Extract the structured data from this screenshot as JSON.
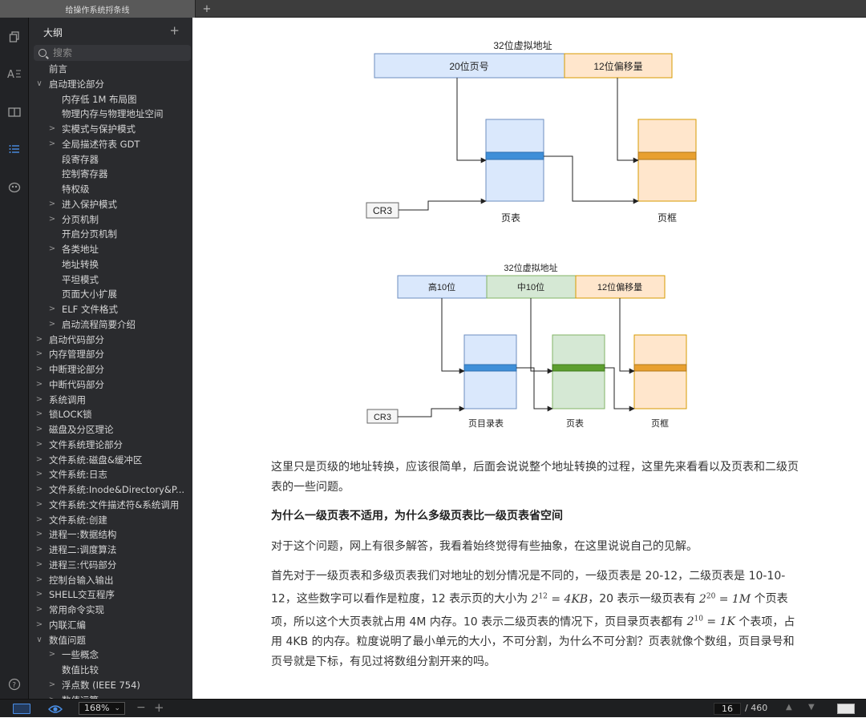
{
  "tab": {
    "title": "给操作系统捋条线",
    "add_label": "+"
  },
  "rail": {
    "icons": [
      "copy-icon",
      "font-icon",
      "book-icon",
      "outline-icon",
      "bird-icon",
      "help-icon"
    ]
  },
  "outline": {
    "title": "大纲",
    "add_label": "+",
    "search_placeholder": "搜索",
    "items": [
      {
        "label": "前言",
        "level": 0,
        "chev": ""
      },
      {
        "label": "启动理论部分",
        "level": 0,
        "chev": "∨"
      },
      {
        "label": "内存低 1M 布局图",
        "level": 1,
        "chev": ""
      },
      {
        "label": "物理内存与物理地址空间",
        "level": 1,
        "chev": ""
      },
      {
        "label": "实模式与保护模式",
        "level": 1,
        "chev": ">"
      },
      {
        "label": "全局描述符表 GDT",
        "level": 1,
        "chev": ">"
      },
      {
        "label": "段寄存器",
        "level": 1,
        "chev": ""
      },
      {
        "label": "控制寄存器",
        "level": 1,
        "chev": ""
      },
      {
        "label": "特权级",
        "level": 1,
        "chev": ""
      },
      {
        "label": "进入保护模式",
        "level": 1,
        "chev": ">"
      },
      {
        "label": "分页机制",
        "level": 1,
        "chev": ">"
      },
      {
        "label": "开启分页机制",
        "level": 1,
        "chev": ""
      },
      {
        "label": "各类地址",
        "level": 1,
        "chev": ">"
      },
      {
        "label": "地址转换",
        "level": 1,
        "chev": ""
      },
      {
        "label": "平坦模式",
        "level": 1,
        "chev": ""
      },
      {
        "label": "页面大小扩展",
        "level": 1,
        "chev": ""
      },
      {
        "label": "ELF 文件格式",
        "level": 1,
        "chev": ">"
      },
      {
        "label": "启动流程简要介绍",
        "level": 1,
        "chev": ">"
      },
      {
        "label": "启动代码部分",
        "level": 0,
        "chev": ">"
      },
      {
        "label": "内存管理部分",
        "level": 0,
        "chev": ">"
      },
      {
        "label": "中断理论部分",
        "level": 0,
        "chev": ">"
      },
      {
        "label": "中断代码部分",
        "level": 0,
        "chev": ">"
      },
      {
        "label": "系统调用",
        "level": 0,
        "chev": ">"
      },
      {
        "label": "锁LOCK锁",
        "level": 0,
        "chev": ">"
      },
      {
        "label": "磁盘及分区理论",
        "level": 0,
        "chev": ">"
      },
      {
        "label": "文件系统理论部分",
        "level": 0,
        "chev": ">"
      },
      {
        "label": "文件系统:磁盘&缓冲区",
        "level": 0,
        "chev": ">"
      },
      {
        "label": "文件系统:日志",
        "level": 0,
        "chev": ">"
      },
      {
        "label": "文件系统:Inode&Directory&P...",
        "level": 0,
        "chev": ">"
      },
      {
        "label": "文件系统:文件描述符&系统调用",
        "level": 0,
        "chev": ">"
      },
      {
        "label": "文件系统:创建",
        "level": 0,
        "chev": ">"
      },
      {
        "label": "进程一:数据结构",
        "level": 0,
        "chev": ">"
      },
      {
        "label": "进程二:调度算法",
        "level": 0,
        "chev": ">"
      },
      {
        "label": "进程三:代码部分",
        "level": 0,
        "chev": ">"
      },
      {
        "label": "控制台输入输出",
        "level": 0,
        "chev": ">"
      },
      {
        "label": "SHELL交互程序",
        "level": 0,
        "chev": ">"
      },
      {
        "label": "常用命令实现",
        "level": 0,
        "chev": ">"
      },
      {
        "label": "内联汇编",
        "level": 0,
        "chev": ">"
      },
      {
        "label": "数值问题",
        "level": 0,
        "chev": "∨"
      },
      {
        "label": "一些概念",
        "level": 1,
        "chev": ">"
      },
      {
        "label": "数值比较",
        "level": 1,
        "chev": ""
      },
      {
        "label": "浮点数 (IEEE 754)",
        "level": 1,
        "chev": ">"
      },
      {
        "label": "数值运算",
        "level": 1,
        "chev": ">"
      }
    ]
  },
  "status": {
    "zoom": "168%",
    "zoom_minus": "−",
    "zoom_plus": "+",
    "page_current": "16",
    "page_total": "/ 460"
  },
  "diagram1": {
    "title": "32位虚拟地址",
    "field_page": "20位页号",
    "field_offset": "12位偏移量",
    "cr3": "CR3",
    "label_table": "页表",
    "label_frame": "页框"
  },
  "diagram2": {
    "title": "32位虚拟地址",
    "field_high": "高10位",
    "field_mid": "中10位",
    "field_offset": "12位偏移量",
    "cr3": "CR3",
    "label_dir": "页目录表",
    "label_table": "页表",
    "label_frame": "页框"
  },
  "article": {
    "p1": "这里只是页级的地址转换，应该很简单，后面会说说整个地址转换的过程，这里先来看看以及页表和二级页表的一些问题。",
    "heading": "为什么一级页表不适用，为什么多级页表比一级页表省空间",
    "p2": "对于这个问题，网上有很多解答，我看着始终觉得有些抽象，在这里说说自己的见解。",
    "p3_a": "首先对于一级页表和多级页表我们对地址的划分情况是不同的，一级页表是 20-12，二级页表是 10-10-12，这些数字可以看作是粒度，12 表示页的大小为 ",
    "p3_m1_base": "2",
    "p3_m1_exp": "12",
    "p3_m1_rest": " = 4KB",
    "p3_b": "，20 表示一级页表有 ",
    "p3_m2_base": "2",
    "p3_m2_exp": "20",
    "p3_m2_rest": " = 1M",
    "p3_c": " 个页表项，所以这个大页表就占用 4M 内存。10 表示二级页表的情况下，页目录页表都有 ",
    "p3_m3_base": "2",
    "p3_m3_exp": "10",
    "p3_m3_rest": " = 1K",
    "p3_d": " 个表项，占用 4KB 的内存。粒度说明了最小单元的大小，不可分割，为什么不可分割？页表就像个数组，页目录号和页号就是下标，有见过将数组分割开来的吗。"
  },
  "colors": {
    "blue_fill": "#dae8fc",
    "blue_stroke": "#6c8ebf",
    "blue_bar": "#3f8fd8",
    "green_fill": "#d5e8d4",
    "green_stroke": "#82b366",
    "green_bar": "#5d9e2f",
    "orange_fill": "#ffe6cc",
    "orange_stroke": "#d79b00",
    "orange_bar": "#e8a030"
  }
}
